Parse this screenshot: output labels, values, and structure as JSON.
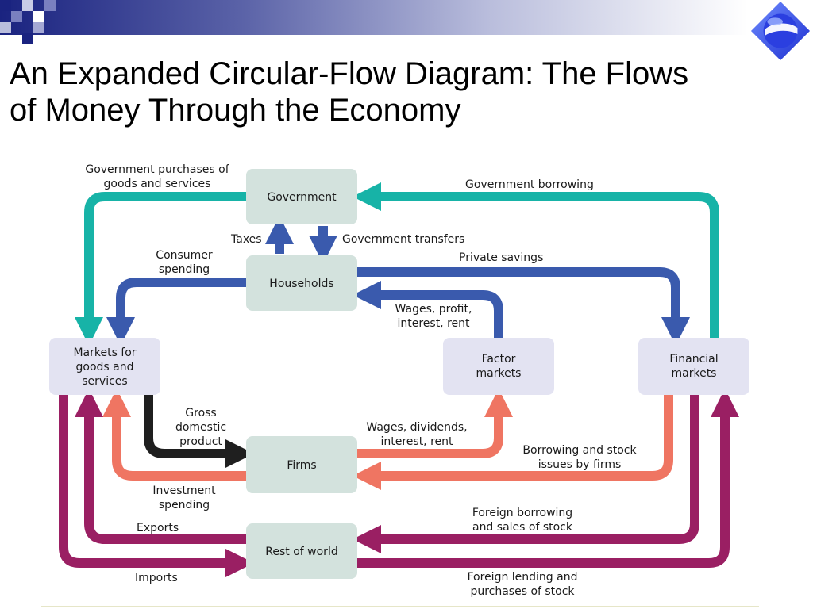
{
  "title": {
    "line1": "An Expanded Circular-Flow Diagram: The Flows",
    "line2": "of Money Through the Economy"
  },
  "icons": {
    "logo": "blue-globe-logo-icon"
  },
  "colors": {
    "teal": "#17b3a7",
    "blue": "#3a5aad",
    "salmon": "#ef7562",
    "black": "#1f1f1f",
    "purple": "#9a1f63",
    "gov_box": "#d3e2dd",
    "market_box": "#e3e3f2"
  },
  "boxes": {
    "government": "Government",
    "households": "Households",
    "markets_goods": [
      "Markets for",
      "goods and",
      "services"
    ],
    "factor_markets": [
      "Factor",
      "markets"
    ],
    "financial_markets": [
      "Financial",
      "markets"
    ],
    "firms": "Firms",
    "rest_of_world": "Rest of world"
  },
  "labels": {
    "gov_purchases": [
      "Government purchases of",
      "goods and services"
    ],
    "gov_borrowing": "Government borrowing",
    "taxes": "Taxes",
    "gov_transfers": "Government transfers",
    "consumer_spending": [
      "Consumer",
      "spending"
    ],
    "private_savings": "Private savings",
    "wages_profit": [
      "Wages, profit,",
      "interest, rent"
    ],
    "gdp": [
      "Gross",
      "domestic",
      "product"
    ],
    "wages_dividends": [
      "Wages, dividends,",
      "interest, rent"
    ],
    "borrowing_stock": [
      "Borrowing and stock",
      "issues by firms"
    ],
    "investment_spending": [
      "Investment",
      "spending"
    ],
    "exports": "Exports",
    "foreign_borrowing": [
      "Foreign borrowing",
      "and sales of stock"
    ],
    "imports": "Imports",
    "foreign_lending": [
      "Foreign lending and",
      "purchases of stock"
    ]
  }
}
